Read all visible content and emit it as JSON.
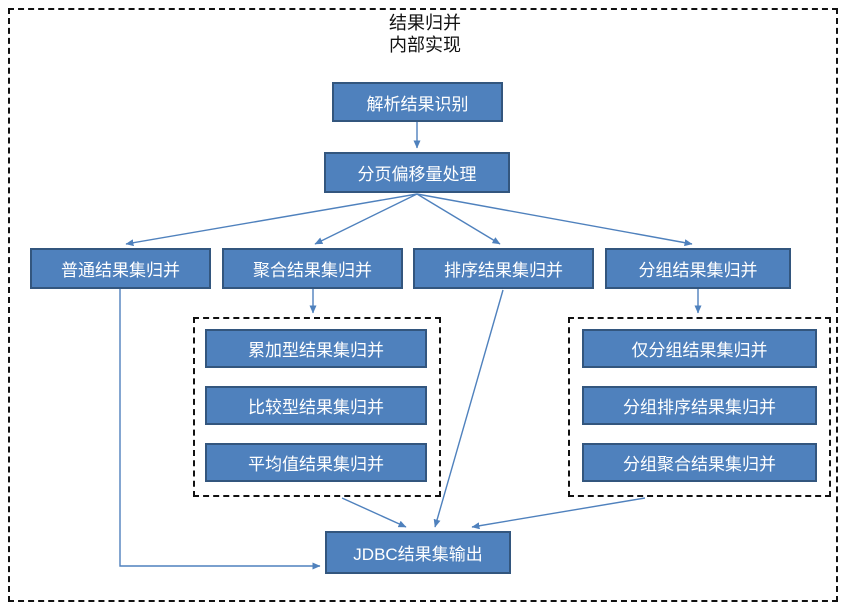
{
  "title": {
    "line1": "结果归并",
    "line2": "内部实现"
  },
  "colors": {
    "box_fill": "#4f81bd",
    "box_border": "#33567e",
    "arrow": "#4f81bd",
    "frame_border": "#111111",
    "box_text": "#ffffff"
  },
  "nodes": {
    "parse": "解析结果识别",
    "pagination": "分页偏移量处理",
    "normal": "普通结果集归并",
    "aggregate": "聚合结果集归并",
    "sort": "排序结果集归并",
    "group": "分组结果集归并",
    "accumulate": "累加型结果集归并",
    "compare": "比较型结果集归并",
    "average": "平均值结果集归并",
    "group_only": "仅分组结果集归并",
    "group_sort": "分组排序结果集归并",
    "group_agg": "分组聚合结果集归并",
    "jdbc": "JDBC结果集输出"
  }
}
